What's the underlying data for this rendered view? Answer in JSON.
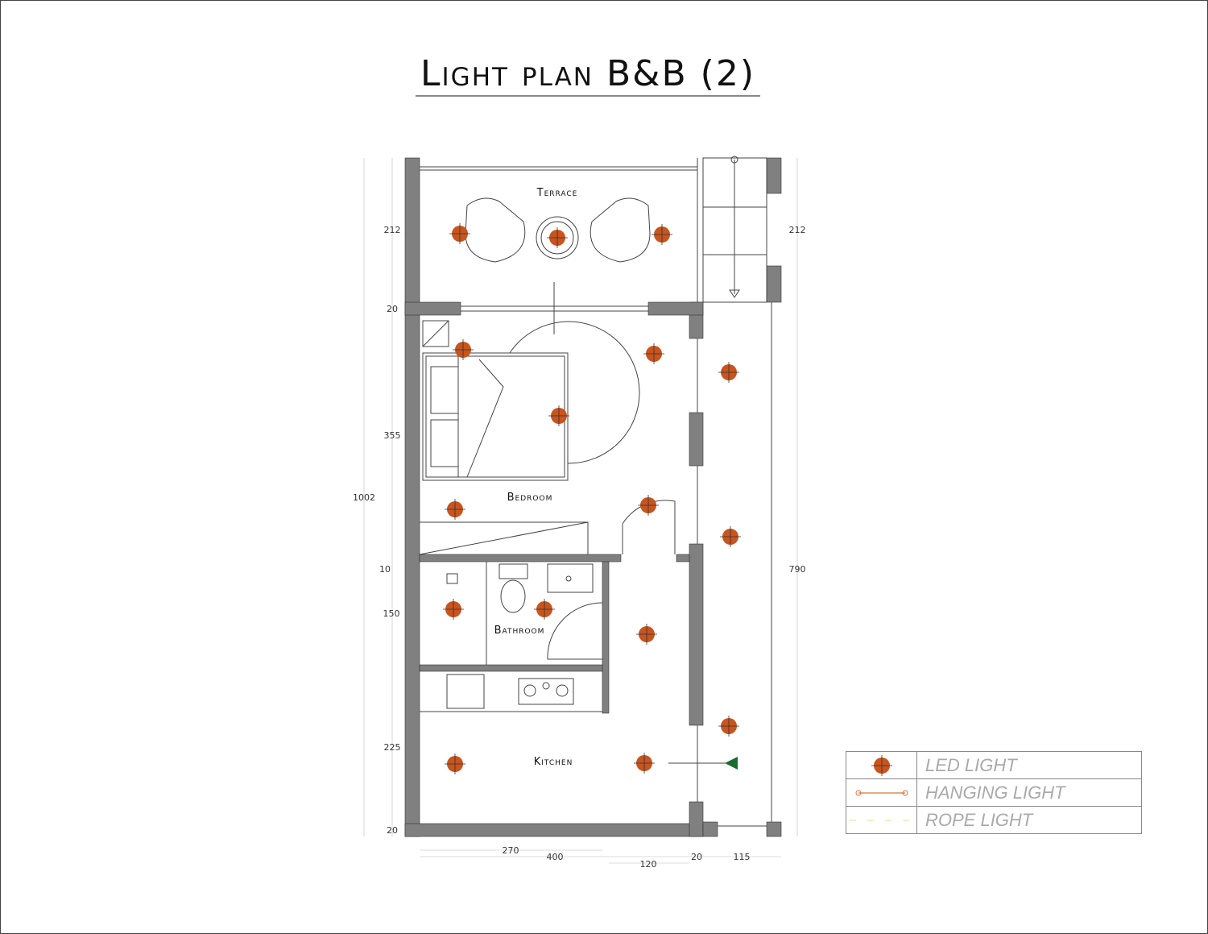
{
  "title": "Light plan B&B (2)",
  "rooms": {
    "terrace": "Terrace",
    "bedroom": "Bedroom",
    "bathroom": "Bathroom",
    "kitchen": "Kitchen"
  },
  "dimensions": {
    "left": [
      "212",
      "20",
      "355",
      "1002",
      "10",
      "150",
      "225",
      "20"
    ],
    "right": [
      "212",
      "790"
    ],
    "bottom": [
      "270",
      "400",
      "120",
      "20",
      "115"
    ]
  },
  "legend": [
    {
      "symbol": "led-light",
      "label": "LED LIGHT"
    },
    {
      "symbol": "hanging-light",
      "label": "HANGING LIGHT"
    },
    {
      "symbol": "rope-light",
      "label": "ROPE LIGHT"
    }
  ],
  "colors": {
    "led": "#c8541e",
    "wall": "#808080",
    "entry": "#1a6b2e"
  }
}
